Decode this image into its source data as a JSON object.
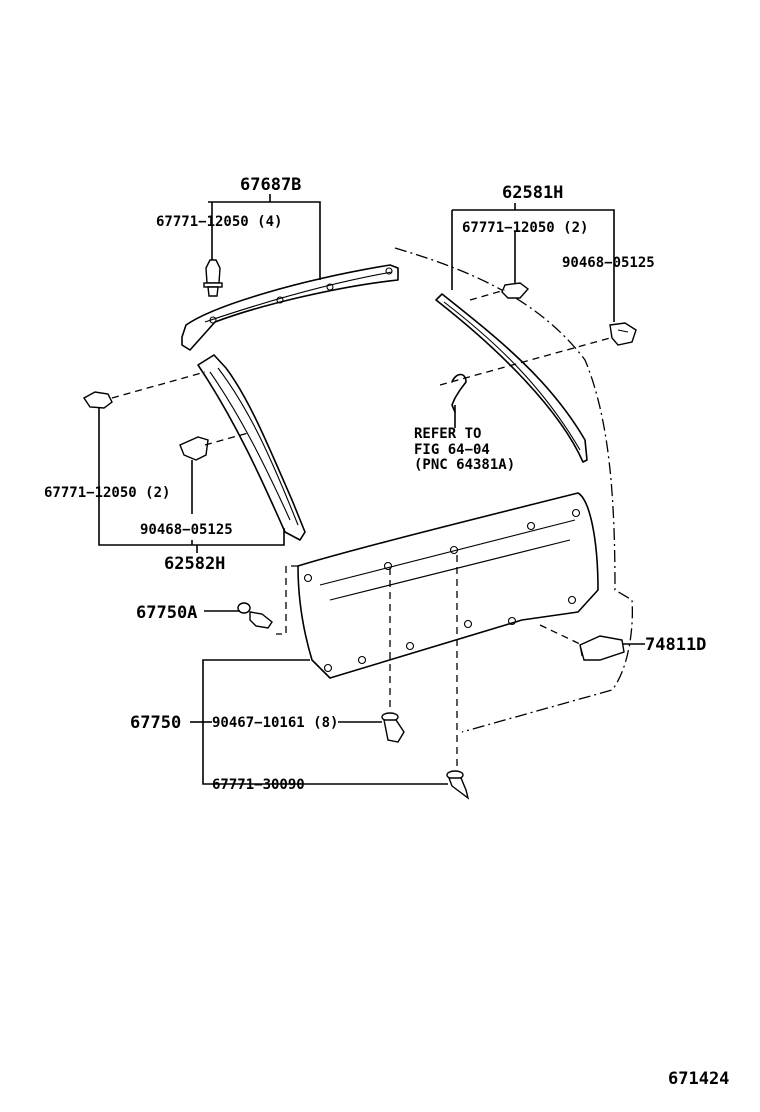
{
  "labels": {
    "p67687B": "67687B",
    "p62581H": "62581H",
    "clipLeftTop": "67771−12050 (4)",
    "clipRightTop": "67771−12050 (2)",
    "clipRightSide": "90468−05125",
    "refer1": "REFER TO",
    "refer2": "FIG 64−04",
    "refer3": "(PNC 64381A)",
    "clipLeftMid": "67771−12050 (2)",
    "clipLeftLow": "90468−05125",
    "p62582H": "62582H",
    "p67750A": "67750A",
    "p74811D": "74811D",
    "p67750": "67750",
    "clip90467": "90467−10161 (8)",
    "clip67771b": "67771−30090",
    "figNo": "671424"
  },
  "icons": [
    "clip-icon",
    "retainer-icon",
    "bracket-icon",
    "screw-icon",
    "hook-icon"
  ]
}
